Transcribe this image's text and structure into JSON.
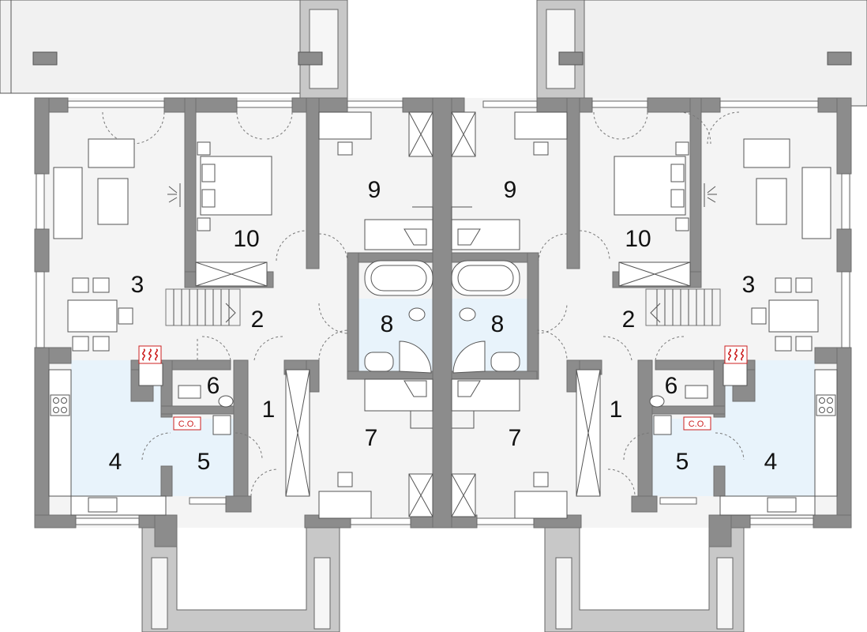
{
  "left_unit": {
    "room_numbers": {
      "r1": "1",
      "r2": "2",
      "r3": "3",
      "r4": "4",
      "r5": "5",
      "r6": "6",
      "r7": "7",
      "r8": "8",
      "r9": "9",
      "r10": "10"
    },
    "boiler_label": "C.O."
  },
  "right_unit": {
    "room_numbers": {
      "r1": "1",
      "r2": "2",
      "r3": "3",
      "r4": "4",
      "r5": "5",
      "r6": "6",
      "r7": "7",
      "r8": "8",
      "r9": "9",
      "r10": "10"
    },
    "boiler_label": "C.O."
  },
  "colors": {
    "wall": "#8c8c8c",
    "floor": "#f4f4f4",
    "wet_area": "#e8f3fb",
    "heating_symbol": "#cc1f1f"
  },
  "icons": [
    "radiator-icon",
    "boiler-symbol",
    "stove-icon",
    "sink-icon",
    "toilet-icon",
    "bathtub-icon",
    "shower-icon",
    "bed-icon",
    "sofa-icon",
    "tv-icon"
  ]
}
